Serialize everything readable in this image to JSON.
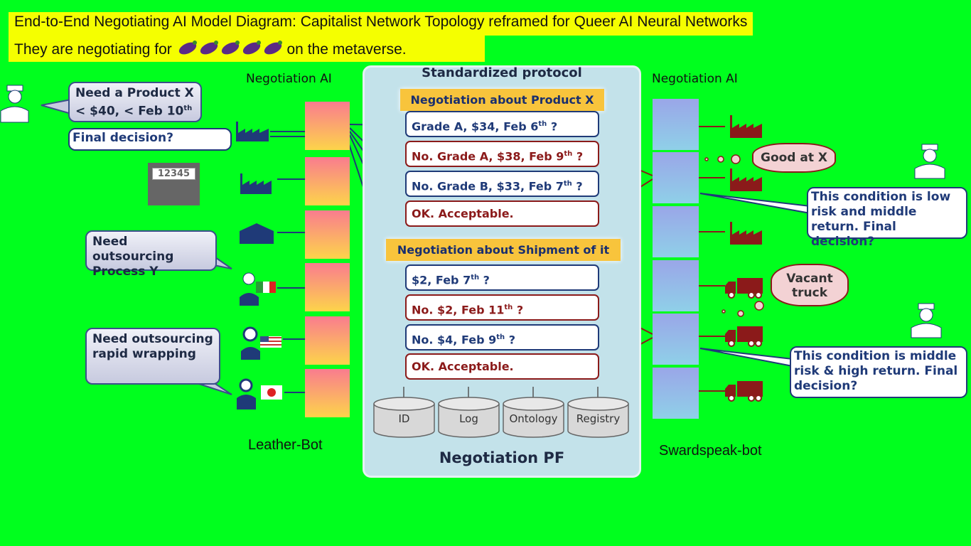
{
  "title": {
    "line1": "End-to-End Negotiating AI Model Diagram: Capitalist Network Topology reframed for Queer AI Neural Networks",
    "line2_prefix": "They are negotiating for",
    "line2_icons": [
      "eggplant-icon",
      "eggplant-icon",
      "eggplant-icon",
      "eggplant-icon",
      "eggplant-icon"
    ],
    "line2_suffix": "on the metaverse."
  },
  "left": {
    "heading": "Negotiation AI",
    "bot_name": "Leather-Bot",
    "counter": "12345",
    "bubbles": {
      "need_product": "Need a Product X",
      "need_product2": "< $40, < Feb 10",
      "need_product2_sup": "th",
      "final": "Final decision?",
      "process_y": "Need outsourcing Process Y",
      "wrapping": "Need outsourcing rapid wrapping"
    }
  },
  "center": {
    "heading": "Standardized protocol",
    "section1": "Negotiation about Product X",
    "section2": "Negotiation about Shipment of it",
    "footer": "Negotiation PF",
    "messages1": [
      {
        "text": "Grade A, $34, Feb 6",
        "sup": "th",
        "end": " ?",
        "side": "blue"
      },
      {
        "text": "No. Grade A, $38, Feb 9",
        "sup": "th",
        "end": " ?",
        "side": "red"
      },
      {
        "text": "No. Grade B, $33, Feb 7",
        "sup": "th",
        "end": " ?",
        "side": "blue"
      },
      {
        "text": "OK. Acceptable.",
        "sup": "",
        "end": "",
        "side": "red"
      }
    ],
    "messages2": [
      {
        "text": "$2, Feb 7",
        "sup": "th",
        "end": " ?",
        "side": "blue"
      },
      {
        "text": "No. $2, Feb 11",
        "sup": "th",
        "end": " ?",
        "side": "red"
      },
      {
        "text": "No. $4, Feb 9",
        "sup": "th",
        "end": " ?",
        "side": "blue"
      },
      {
        "text": "OK. Acceptable.",
        "sup": "",
        "end": "",
        "side": "red"
      }
    ],
    "databases": [
      "ID",
      "Log",
      "Ontology",
      "Registry"
    ]
  },
  "right": {
    "heading": "Negotiation AI",
    "bot_name": "Swardspeak-bot",
    "thought1": "Good at X",
    "thought2": "Vacant truck",
    "bubble1": "This condition is low risk and middle return. Final decision?",
    "bubble2": "This condition is middle risk & high return. Final decision?"
  },
  "colors": {
    "green": "#00ff1e",
    "yellow": "#f5ff00",
    "navy": "#1f3a78",
    "maroon": "#8b1a1a",
    "orange": "#f8c43c"
  }
}
